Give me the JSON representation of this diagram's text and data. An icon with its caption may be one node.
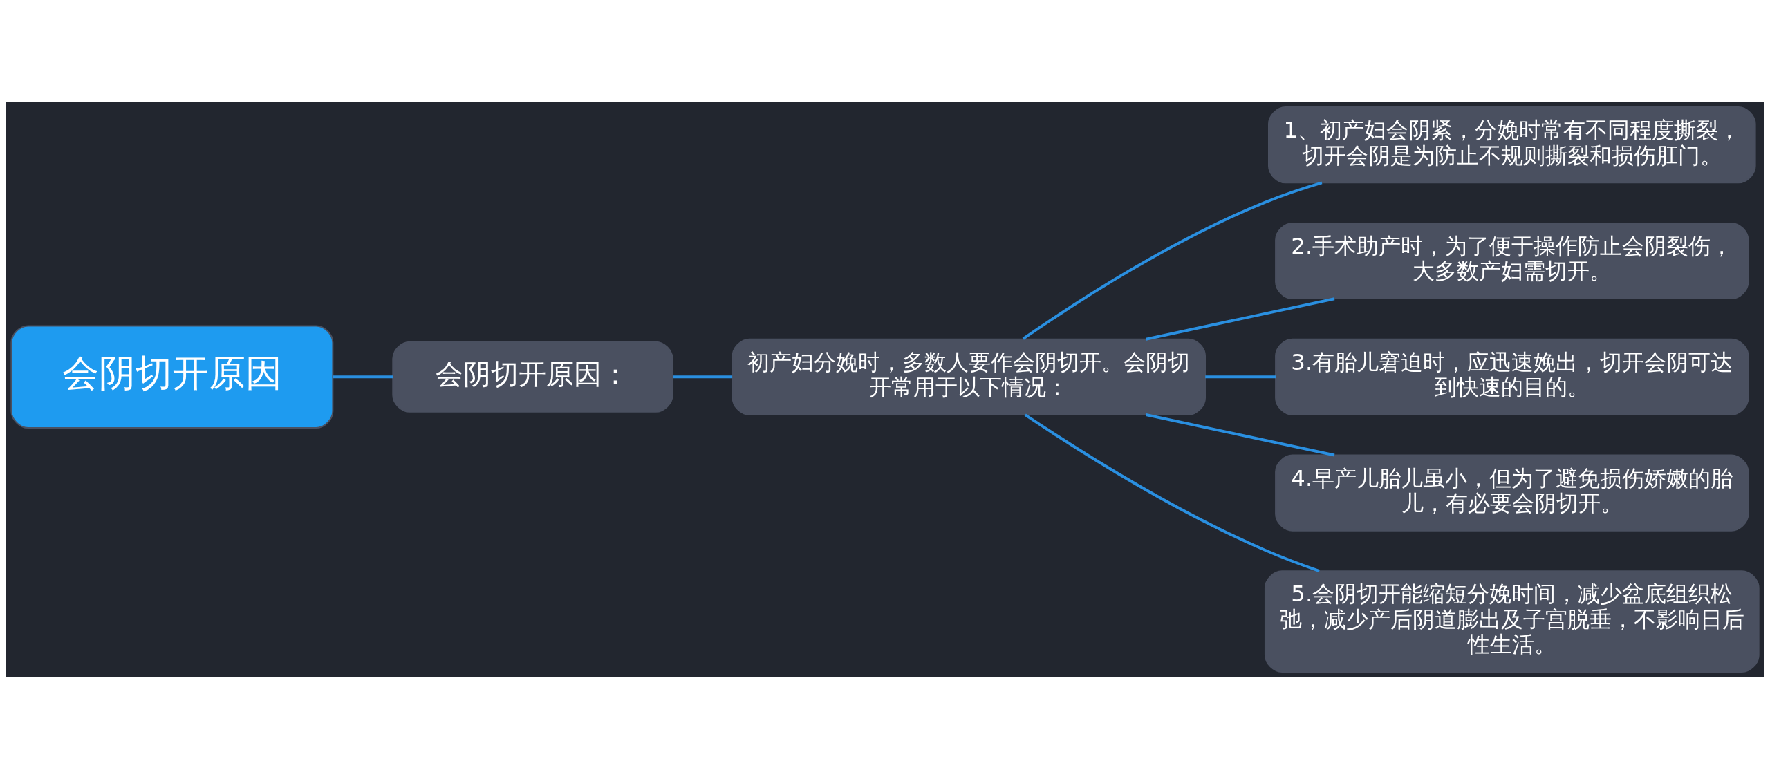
{
  "diagram": {
    "nodes": [
      {
        "text": [
          "会阴切开原因"
        ]
      },
      {
        "text": [
          "会阴切开原因："
        ]
      },
      {
        "text": [
          "初产妇分娩时，多数人要作会阴切开。会阴切开常用于以下情况："
        ]
      },
      {
        "text": [
          "1、初产妇会阴紧，分娩时常有不同程度撕裂，切开会阴是为防止不规则撕裂和损伤肛门。"
        ]
      },
      {
        "text": [
          "2.手术助产时，为了便于操作防止会阴裂伤，大多数产妇需切开。"
        ]
      },
      {
        "text": [
          "3.有胎儿窘迫时，应迅速娩出，切开会阴可达到快速的目的。"
        ]
      },
      {
        "text": [
          "4.早产儿胎儿虽小，但为了避免损伤娇嫩的胎儿，有必要会阴切开。"
        ]
      },
      {
        "text": [
          "5.会阴切开能缩短分娩时间，减少盆底组织松弛，减少产后阴道膨出及子宫脱垂，不影响日后性生活。"
        ]
      }
    ],
    "edges": [
      {
        "from": 0,
        "to": 1,
        "arrow": "none"
      },
      {
        "from": 1,
        "to": 2,
        "arrow": "none"
      },
      {
        "from": 2,
        "to": 3,
        "arrow": "none"
      },
      {
        "from": 2,
        "to": 4,
        "arrow": "none"
      },
      {
        "from": 2,
        "to": 5,
        "arrow": "none"
      },
      {
        "from": 2,
        "to": 6,
        "arrow": "none"
      },
      {
        "from": 2,
        "to": 7,
        "arrow": "none"
      }
    ]
  }
}
